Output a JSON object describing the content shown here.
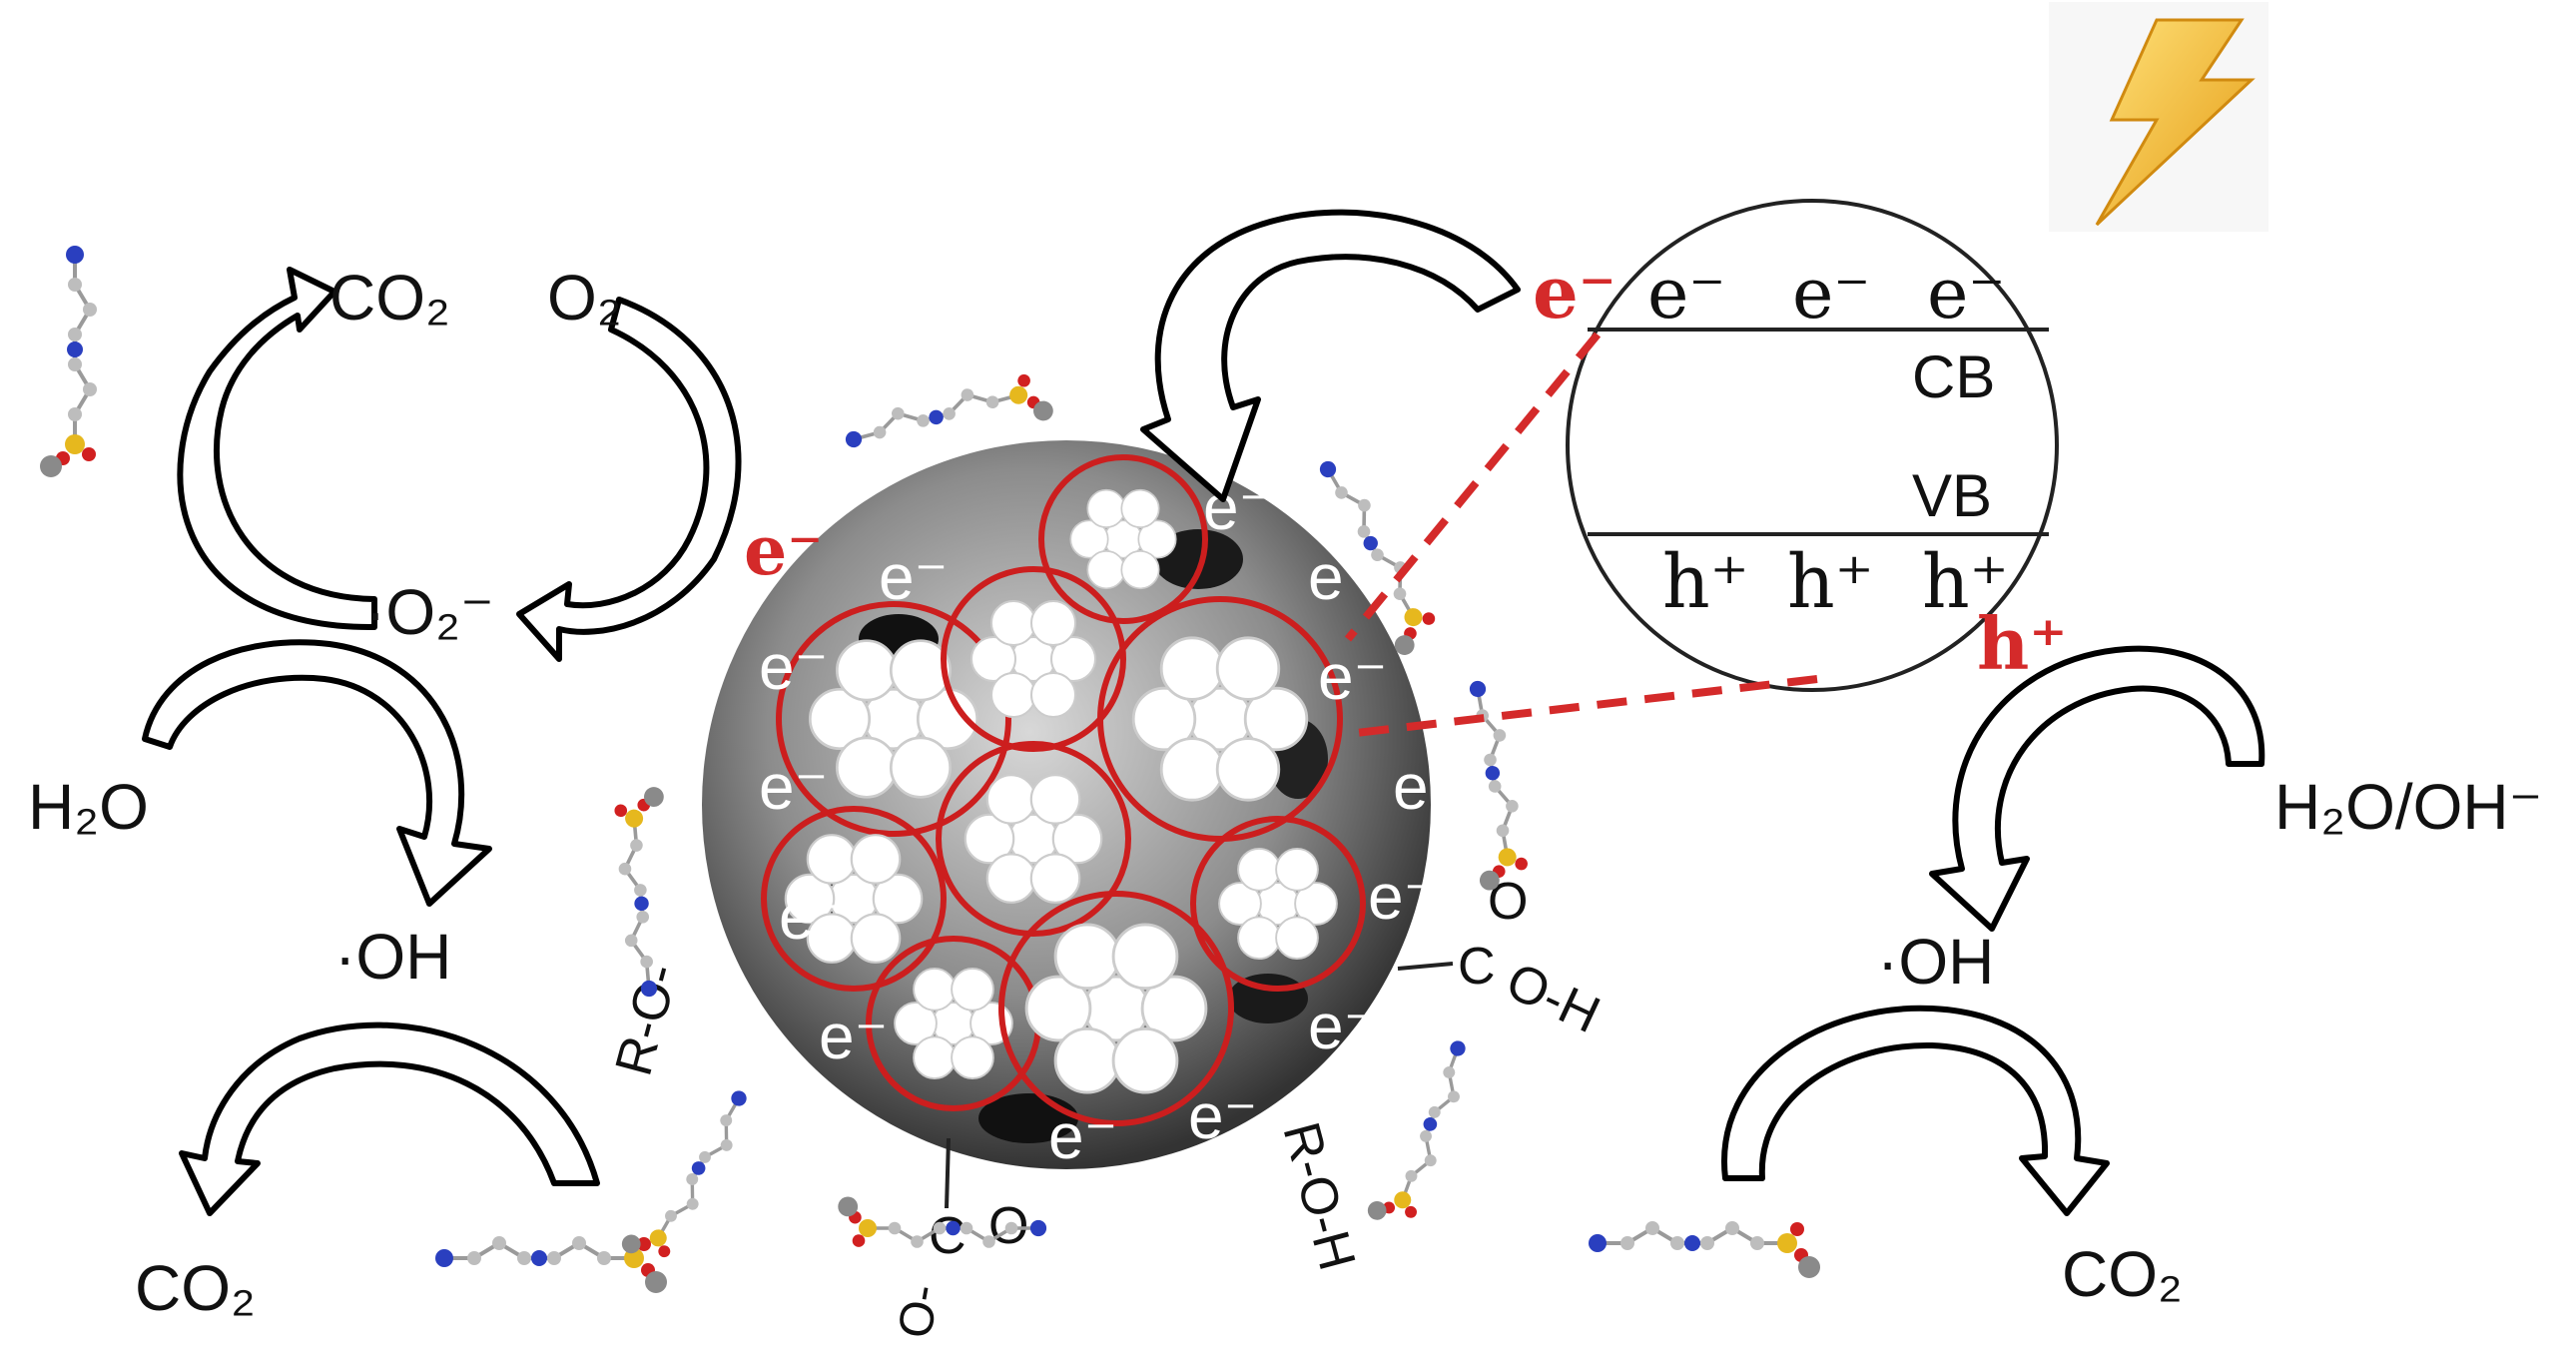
{
  "left_cycle": {
    "top_product": "CO₂",
    "oxygen": "O₂",
    "superoxide": "·O₂⁻",
    "water": "H₂O",
    "hydroxyl": "·OH",
    "bottom_product": "CO₂"
  },
  "center": {
    "electrons": [
      "e⁻",
      "e⁻",
      "e⁻",
      "e⁻",
      "e⁻",
      "e⁻",
      "e⁻",
      "e⁻",
      "e⁻",
      "e⁻",
      "e⁻",
      "e⁻",
      "e⁻"
    ],
    "side_electron": "e⁻",
    "groups": {
      "left_chain": "R-O-",
      "bottom_carboxyl_c": "C",
      "bottom_carboxyl_o_double": "O",
      "bottom_carboxyl_o": "O-",
      "bottom_roh": "R-O-H",
      "right_carboxyl_c": "C",
      "right_carboxyl_o_double": "O",
      "right_carboxyl_oh": "O-H"
    }
  },
  "band": {
    "cb_label": "CB",
    "vb_label": "VB",
    "electrons": [
      "e⁻",
      "e⁻",
      "e⁻"
    ],
    "holes": [
      "h⁺",
      "h⁺",
      "h⁺"
    ],
    "excited_electron": "e⁻",
    "hole_out": "h⁺"
  },
  "right_cycle": {
    "reactant": "H₂O/OH⁻",
    "hydroxyl": "·OH",
    "product": "CO₂"
  },
  "colors": {
    "accent_red": "#d42a2a",
    "lightning_gold": "#f0b428"
  },
  "icons": [
    "lightning-icon",
    "dye-molecule-icon",
    "catalyst-sphere",
    "band-diagram"
  ]
}
